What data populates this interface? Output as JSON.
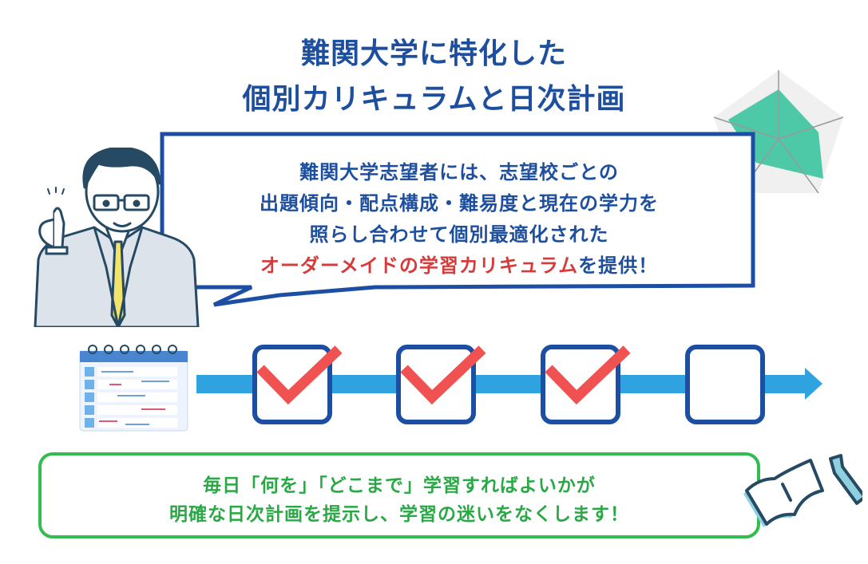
{
  "title": {
    "line1": "難関大学に特化した",
    "line2": "個別カリキュラムと日次計画"
  },
  "bubble": {
    "line1": "難関大学志望者には、志望校ごとの",
    "line2": "出題傾向・配点構成・難易度と現在の学力を",
    "line3": "照らし合わせて個別最適化された",
    "line4_highlight": "オーダーメイドの学習カリキュラム",
    "line4_rest": "を提供！"
  },
  "steps": [
    {
      "checked": true
    },
    {
      "checked": true
    },
    {
      "checked": true
    },
    {
      "checked": false
    }
  ],
  "footer": {
    "line1": "毎日「何を」「どこまで」学習すればよいかが",
    "line2": "明確な日次計画を提示し、学習の迷いをなくします！"
  },
  "colors": {
    "primary": "#1d4f9e",
    "accent_red": "#d63a3a",
    "check_red": "#f05252",
    "arrow": "#2fa3e0",
    "green": "#33bd4f"
  }
}
